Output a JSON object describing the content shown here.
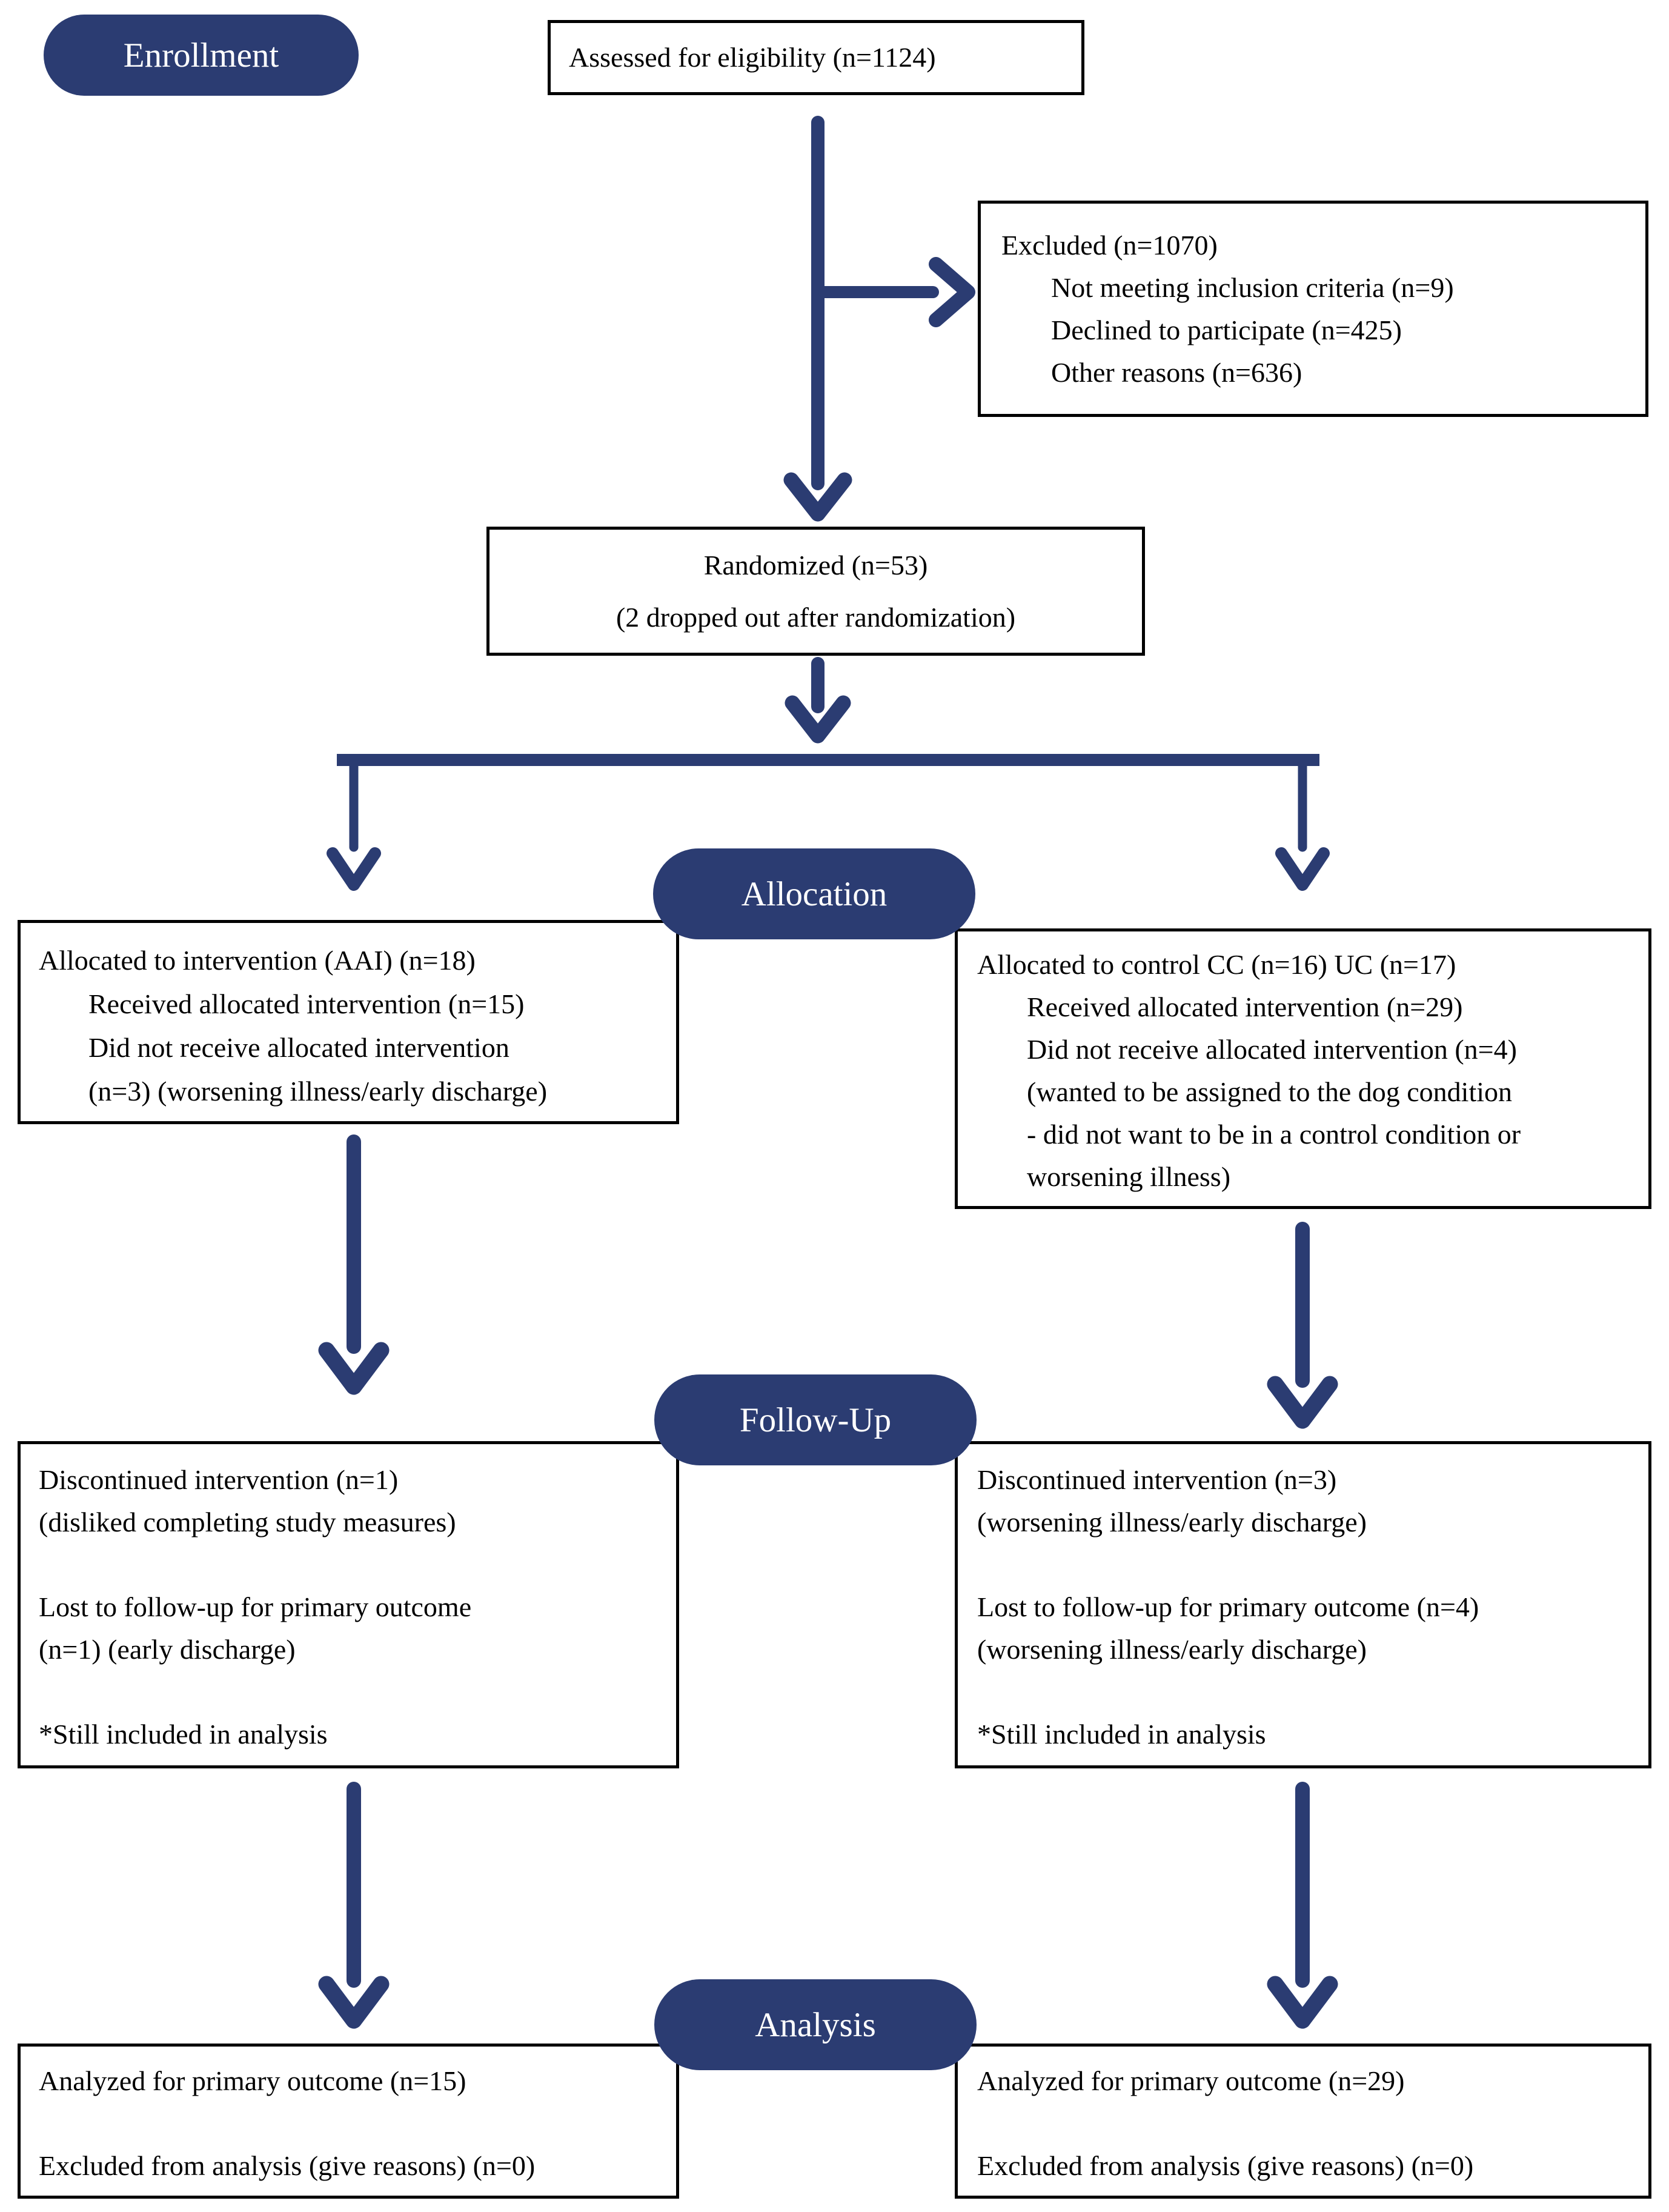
{
  "colors": {
    "accent": "#2b3c72",
    "border": "#000000",
    "text": "#000000",
    "badge_text": "#ffffff",
    "background": "#ffffff"
  },
  "badges": {
    "enrollment": "Enrollment",
    "allocation": "Allocation",
    "followup": "Follow-Up",
    "analysis": "Analysis"
  },
  "boxes": {
    "assessed": {
      "line1": "Assessed for eligibility (n=1124)"
    },
    "excluded": {
      "line1": "Excluded (n=1070)",
      "line2": "Not meeting inclusion criteria (n=9)",
      "line3": "Declined to participate (n=425)",
      "line4": "Other reasons (n=636)"
    },
    "randomized": {
      "line1": "Randomized (n=53)",
      "line2": "(2 dropped out after randomization)"
    },
    "alloc_intervention": {
      "line1": "Allocated to intervention (AAI) (n=18)",
      "line2": "Received allocated intervention (n=15)",
      "line3": "Did not receive allocated intervention",
      "line4": "(n=3) (worsening illness/early discharge)"
    },
    "alloc_control": {
      "line1": "Allocated to control CC (n=16) UC (n=17)",
      "line2": "Received allocated intervention (n=29)",
      "line3": "Did not receive allocated intervention (n=4)",
      "line4": "(wanted to be assigned to the dog condition",
      "line5": "- did not want to be in a control condition or",
      "line6": "worsening illness)"
    },
    "followup_intervention": {
      "line1": "Discontinued intervention (n=1)",
      "line2": "(disliked completing study measures)",
      "line3": "Lost to follow-up for primary outcome",
      "line4": "(n=1) (early discharge)",
      "line5": "*Still included in analysis"
    },
    "followup_control": {
      "line1": "Discontinued intervention (n=3)",
      "line2": "(worsening illness/early discharge)",
      "line3": "Lost to follow-up for primary outcome (n=4)",
      "line4": "(worsening illness/early discharge)",
      "line5": "*Still included in analysis"
    },
    "analysis_intervention": {
      "line1": "Analyzed for primary outcome (n=15)",
      "line2": "Excluded from analysis (give reasons) (n=0)"
    },
    "analysis_control": {
      "line1": "Analyzed for primary outcome (n=29)",
      "line2": "Excluded from analysis (give reasons) (n=0)"
    }
  }
}
